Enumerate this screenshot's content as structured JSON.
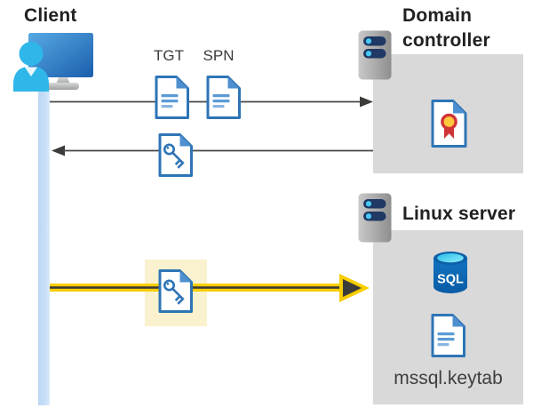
{
  "client": {
    "label": "Client"
  },
  "flows": {
    "tgt_label": "TGT",
    "spn_label": "SPN"
  },
  "domain_controller": {
    "label": "Domain controller"
  },
  "linux_server": {
    "label": "Linux server",
    "sql_label": "SQL",
    "keytab_label": "mssql.keytab"
  },
  "icons": {
    "client": "monitor-with-user-icon",
    "lifeline": "client-lifeline-bar",
    "tgt": "document-icon",
    "spn": "document-icon",
    "service_ticket": "key-document-icon",
    "highlighted_ticket": "key-document-icon",
    "domain_controller": "server-icon",
    "certificate": "certificate-document-icon",
    "linux_server": "server-icon",
    "sql": "sql-database-cylinder-icon",
    "keytab": "document-icon"
  },
  "colors": {
    "doc_border_blue": "#2E75B6",
    "doc_fold_blue": "#4E90CF",
    "doc_line_blue": "#5B9BD5",
    "lifeline_blue": "#C5DCF5",
    "box_gray": "#D9D9D9",
    "arrow_dark": "#474745",
    "yellow_arrow": "#F8CD00",
    "yellow_highlight": "#FAF2CE",
    "server_pill_navy": "#1F3864",
    "server_dot_cyan": "#47C9F3",
    "sql_body_blue": "#0C68B6",
    "sql_top_cyan": "#55D6F4",
    "cert_red": "#D13438",
    "cert_yellow": "#FFC83D",
    "person_cyan": "#2FB7E9",
    "heading_text": "#212121"
  }
}
